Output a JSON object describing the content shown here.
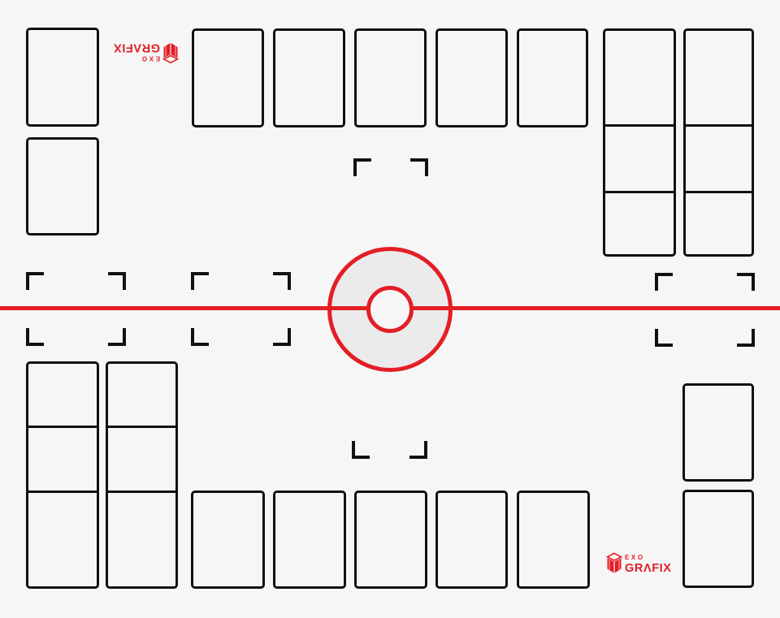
{
  "brand": {
    "exo": "EXO",
    "grafix": "GRΛFIX"
  },
  "colors": {
    "background": "#f6f6f6",
    "outline_black": "#111111",
    "accent_red": "#e31e25",
    "center_circle_fill": "#ebebeb"
  },
  "playmat": {
    "style": "two-player mirrored card playmat",
    "top_player": {
      "corner_single_slots": 2,
      "row_slots": 5,
      "stack_columns": 2,
      "cells_per_stack_column": 3,
      "half_bracket_zone": "top corners only"
    },
    "bottom_player": {
      "corner_single_slots": 2,
      "row_slots": 5,
      "stack_columns": 2,
      "cells_per_stack_column": 3,
      "half_bracket_zone": "bottom corners only"
    },
    "middle": {
      "left_bracket_zones": 2,
      "right_bracket_zones": 1,
      "center_line": true,
      "target_circles": 2
    }
  }
}
